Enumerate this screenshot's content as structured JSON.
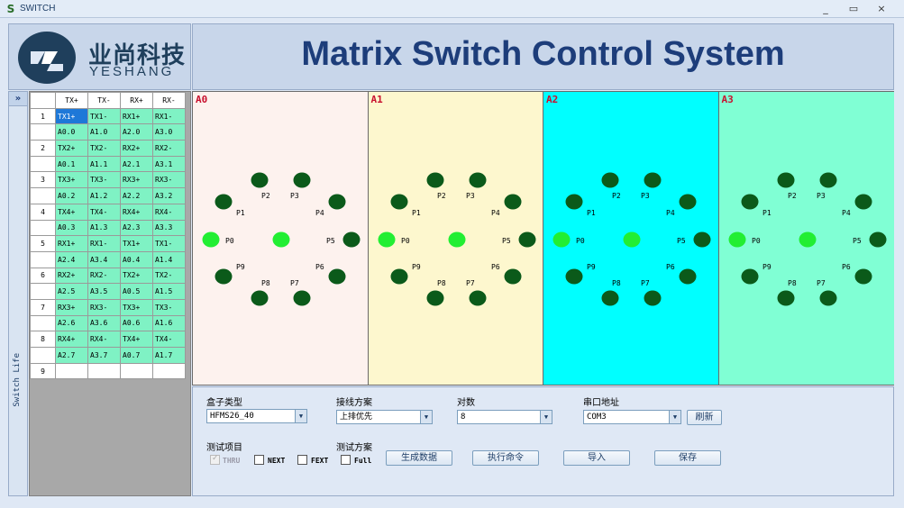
{
  "window": {
    "title": "SWITCH",
    "minimize": "_",
    "maximize": "▭",
    "close": "×"
  },
  "logo": {
    "cn": "业尚科技",
    "en": "YESHANG"
  },
  "header": {
    "title": "Matrix Switch Control System"
  },
  "sidebar": {
    "expand": "»",
    "label": "Switch Life"
  },
  "table": {
    "columns": [
      "TX+",
      "TX-",
      "RX+",
      "RX-"
    ],
    "rows": [
      {
        "num": "1",
        "cells": [
          "TX1+",
          "TX1-",
          "RX1+",
          "RX1-"
        ]
      },
      {
        "num": "",
        "cells": [
          "A0.0",
          "A1.0",
          "A2.0",
          "A3.0"
        ]
      },
      {
        "num": "2",
        "cells": [
          "TX2+",
          "TX2-",
          "RX2+",
          "RX2-"
        ]
      },
      {
        "num": "",
        "cells": [
          "A0.1",
          "A1.1",
          "A2.1",
          "A3.1"
        ]
      },
      {
        "num": "3",
        "cells": [
          "TX3+",
          "TX3-",
          "RX3+",
          "RX3-"
        ]
      },
      {
        "num": "",
        "cells": [
          "A0.2",
          "A1.2",
          "A2.2",
          "A3.2"
        ]
      },
      {
        "num": "4",
        "cells": [
          "TX4+",
          "TX4-",
          "RX4+",
          "RX4-"
        ]
      },
      {
        "num": "",
        "cells": [
          "A0.3",
          "A1.3",
          "A2.3",
          "A3.3"
        ]
      },
      {
        "num": "5",
        "cells": [
          "RX1+",
          "RX1-",
          "TX1+",
          "TX1-"
        ]
      },
      {
        "num": "",
        "cells": [
          "A2.4",
          "A3.4",
          "A0.4",
          "A1.4"
        ]
      },
      {
        "num": "6",
        "cells": [
          "RX2+",
          "RX2-",
          "TX2+",
          "TX2-"
        ]
      },
      {
        "num": "",
        "cells": [
          "A2.5",
          "A3.5",
          "A0.5",
          "A1.5"
        ]
      },
      {
        "num": "7",
        "cells": [
          "RX3+",
          "RX3-",
          "TX3+",
          "TX3-"
        ]
      },
      {
        "num": "",
        "cells": [
          "A2.6",
          "A3.6",
          "A0.6",
          "A1.6"
        ]
      },
      {
        "num": "8",
        "cells": [
          "RX4+",
          "RX4-",
          "TX4+",
          "TX4-"
        ]
      },
      {
        "num": "",
        "cells": [
          "A2.7",
          "A3.7",
          "A0.7",
          "A1.7"
        ]
      },
      {
        "num": "9",
        "cells": [
          "",
          "",
          "",
          ""
        ]
      }
    ],
    "selected_cell": "TX1+"
  },
  "panels": [
    {
      "title": "A0",
      "bg": "#fdf2ee"
    },
    {
      "title": "A1",
      "bg": "#fdf7ce"
    },
    {
      "title": "A2",
      "bg": "#00ffff"
    },
    {
      "title": "A3",
      "bg": "#80ffd4"
    }
  ],
  "port_labels": [
    "P0",
    "P1",
    "P2",
    "P3",
    "P4",
    "P5",
    "P6",
    "P7",
    "P8",
    "P9"
  ],
  "colors": {
    "port_dark": "#0b5a1a",
    "port_active": "#22ee33",
    "panel_title": "#c8102e",
    "table_cell": "#7ff2c4",
    "selected": "#1e78d8"
  },
  "controls": {
    "box_type_label": "盒子类型",
    "box_type_value": "HFMS26_40",
    "wiring_label": "接线方案",
    "wiring_value": "上排优先",
    "pairs_label": "对数",
    "pairs_value": "8",
    "serial_label": "串口地址",
    "serial_value": "COM3",
    "refresh_button": "刷新",
    "test_items_label": "测试项目",
    "test_plan_label": "测试方案",
    "checks": [
      {
        "label": "THRU",
        "checked": true,
        "disabled": true
      },
      {
        "label": "NEXT",
        "checked": false,
        "disabled": false
      },
      {
        "label": "FEXT",
        "checked": false,
        "disabled": false
      },
      {
        "label": "Full",
        "checked": false,
        "disabled": false
      }
    ],
    "generate_button": "生成数据",
    "execute_button": "执行命令",
    "import_button": "导入",
    "save_button": "保存"
  }
}
